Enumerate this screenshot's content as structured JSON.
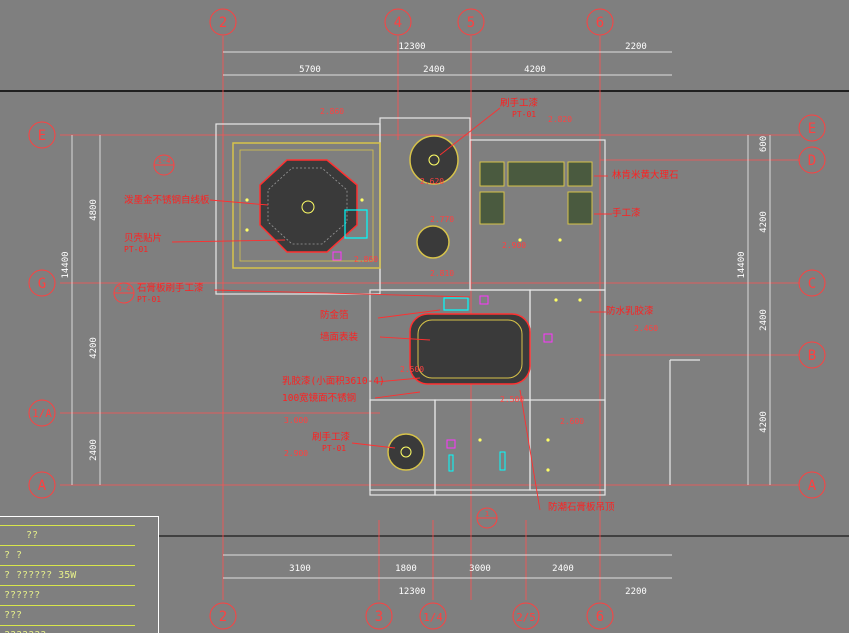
{
  "colors": {
    "background": "#7f7f7f",
    "grid": "#ff3b3b",
    "dimension": "#ffffff",
    "label": "#ff2020",
    "room": "#d7c34a",
    "fixture": "#ffff66",
    "accent": "#00ffff",
    "magenta": "#ff33ff"
  },
  "axes": {
    "top": [
      "2",
      "4",
      "5",
      "6"
    ],
    "bottom": [
      "2",
      "3",
      "1/4",
      "2/5",
      "6"
    ],
    "left": [
      "E",
      "G",
      "1/A",
      "A"
    ],
    "right": [
      "E",
      "D",
      "C",
      "B",
      "A"
    ]
  },
  "dimensions": {
    "top_total": "12300",
    "top_segments": [
      "5700",
      "2400",
      "4200"
    ],
    "top_right": "2200",
    "bottom_total": "12300",
    "bottom_segments": [
      "3100",
      "1800",
      "3000",
      "2400"
    ],
    "bottom_right": "2200",
    "left_total": "14400",
    "left_segments": [
      "4800",
      "4200",
      "2400"
    ],
    "right_total": "14400",
    "right_segments": [
      "600",
      "4200",
      "2400",
      "4200"
    ]
  },
  "callouts": [
    {
      "text": "泼墨金不锈钢自线板"
    },
    {
      "text": "贝壳贴片"
    },
    {
      "text": "PT-01"
    },
    {
      "text": "石膏板刷手工漆"
    },
    {
      "text": "PT-01"
    },
    {
      "text": "防金箔"
    },
    {
      "text": "墙面表装"
    },
    {
      "text": "乳胶漆(小面积3610-4)"
    },
    {
      "text": "100宽镜面不锈钢"
    },
    {
      "text": "刷手工漆"
    },
    {
      "text": "PT-01"
    },
    {
      "text": "刷手工漆"
    },
    {
      "text": "PT-01"
    },
    {
      "text": "林肯米黄大理石"
    },
    {
      "text": "手工漆"
    },
    {
      "text": "防水乳胶漆"
    },
    {
      "text": "防潮石膏板吊顶"
    }
  ],
  "levels": [
    "2.860",
    "2.860",
    "2.820",
    "2.770",
    "2.620",
    "2.810",
    "2.900",
    "2.500",
    "2.600",
    "3.000",
    "2.900",
    "2.460",
    "2.500"
  ],
  "sections": [
    "1-4",
    "3-4",
    "1"
  ],
  "legend": {
    "rows": [
      "??",
      "? ?",
      "? ?????? 35W",
      "??????",
      "???",
      "???????"
    ]
  }
}
